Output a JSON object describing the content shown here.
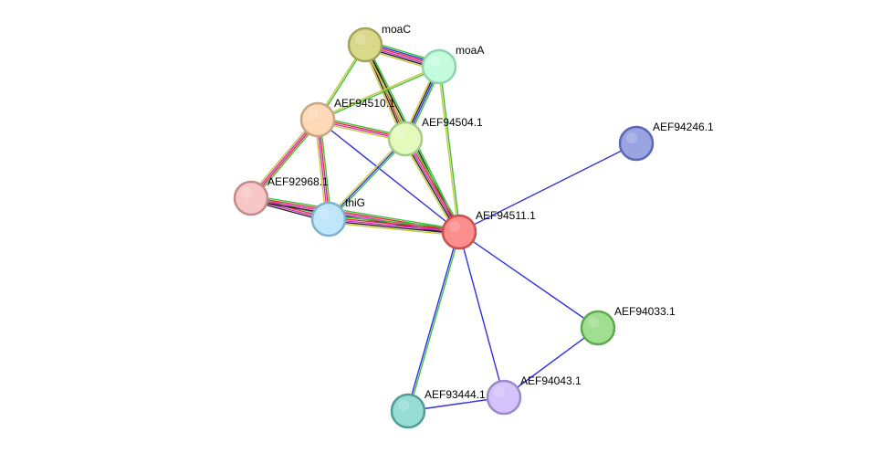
{
  "nodes": [
    {
      "id": "moaC",
      "label": "moaC",
      "fill": "#dad88b",
      "stroke": "#a5a35c"
    },
    {
      "id": "moaA",
      "label": "moaA",
      "fill": "#c4fcde",
      "stroke": "#8fd3ad"
    },
    {
      "id": "AEF94510.1",
      "label": "AEF94510.1",
      "fill": "#fdd9b8",
      "stroke": "#c9a584"
    },
    {
      "id": "AEF94504.1",
      "label": "AEF94504.1",
      "fill": "#e2fbbd",
      "stroke": "#a9c98a"
    },
    {
      "id": "AEF94246.1",
      "label": "AEF94246.1",
      "fill": "#9aa4e3",
      "stroke": "#5c67b3"
    },
    {
      "id": "AEF92968.1",
      "label": "AEF92968.1",
      "fill": "#f7c6c6",
      "stroke": "#c48a8a"
    },
    {
      "id": "thiG",
      "label": "thiG",
      "fill": "#bfe6fa",
      "stroke": "#7fb0cc"
    },
    {
      "id": "AEF94511.1",
      "label": "AEF94511.1",
      "fill": "#fb8d8d",
      "stroke": "#cc4d4d"
    },
    {
      "id": "AEF94033.1",
      "label": "AEF94033.1",
      "fill": "#a0df90",
      "stroke": "#5fa84d"
    },
    {
      "id": "AEF94043.1",
      "label": "AEF94043.1",
      "fill": "#d4c4fb",
      "stroke": "#9a89c9"
    },
    {
      "id": "AEF93444.1",
      "label": "AEF93444.1",
      "fill": "#97ddd6",
      "stroke": "#4f9e96"
    }
  ],
  "evidence_colors": {
    "green": "#3dbf3d",
    "blue": "#3030e0",
    "red": "#e03030",
    "magenta": "#d02fd0",
    "black": "#222222",
    "olive": "#c8c83a"
  },
  "edges": [
    {
      "from": "moaC",
      "to": "moaA",
      "evidence": [
        "green",
        "blue",
        "red",
        "magenta",
        "black",
        "olive"
      ]
    },
    {
      "from": "moaC",
      "to": "AEF94510.1",
      "evidence": [
        "green",
        "olive"
      ]
    },
    {
      "from": "moaC",
      "to": "AEF94504.1",
      "evidence": [
        "green",
        "red",
        "black",
        "olive"
      ]
    },
    {
      "from": "moaC",
      "to": "AEF94511.1",
      "evidence": [
        "green",
        "black",
        "olive"
      ]
    },
    {
      "from": "moaA",
      "to": "AEF94510.1",
      "evidence": [
        "green",
        "olive"
      ]
    },
    {
      "from": "moaA",
      "to": "AEF94504.1",
      "evidence": [
        "green",
        "blue",
        "black",
        "olive"
      ]
    },
    {
      "from": "moaA",
      "to": "AEF94511.1",
      "evidence": [
        "green",
        "olive"
      ]
    },
    {
      "from": "AEF94510.1",
      "to": "AEF94504.1",
      "evidence": [
        "green",
        "red",
        "magenta",
        "olive"
      ]
    },
    {
      "from": "AEF94510.1",
      "to": "AEF92968.1",
      "evidence": [
        "green",
        "red",
        "magenta",
        "olive"
      ]
    },
    {
      "from": "AEF94510.1",
      "to": "thiG",
      "evidence": [
        "green",
        "red",
        "magenta",
        "olive"
      ]
    },
    {
      "from": "AEF94510.1",
      "to": "AEF94511.1",
      "evidence": [
        "blue"
      ]
    },
    {
      "from": "AEF94504.1",
      "to": "thiG",
      "evidence": [
        "green",
        "blue",
        "olive"
      ]
    },
    {
      "from": "AEF94504.1",
      "to": "AEF94511.1",
      "evidence": [
        "green",
        "red",
        "magenta",
        "black",
        "olive"
      ]
    },
    {
      "from": "AEF92968.1",
      "to": "thiG",
      "evidence": [
        "green",
        "red",
        "magenta",
        "black"
      ]
    },
    {
      "from": "AEF92968.1",
      "to": "AEF94511.1",
      "evidence": [
        "green",
        "red",
        "magenta",
        "black"
      ]
    },
    {
      "from": "thiG",
      "to": "AEF94511.1",
      "evidence": [
        "green",
        "red",
        "magenta",
        "black",
        "olive"
      ]
    },
    {
      "from": "AEF94511.1",
      "to": "AEF94246.1",
      "evidence": [
        "blue"
      ]
    },
    {
      "from": "AEF94511.1",
      "to": "AEF94033.1",
      "evidence": [
        "blue"
      ]
    },
    {
      "from": "AEF94511.1",
      "to": "AEF94043.1",
      "evidence": [
        "blue"
      ]
    },
    {
      "from": "AEF94511.1",
      "to": "AEF93444.1",
      "evidence": [
        "green",
        "blue"
      ]
    },
    {
      "from": "AEF94043.1",
      "to": "AEF94033.1",
      "evidence": [
        "blue"
      ]
    },
    {
      "from": "AEF94043.1",
      "to": "AEF93444.1",
      "evidence": [
        "blue"
      ]
    }
  ]
}
